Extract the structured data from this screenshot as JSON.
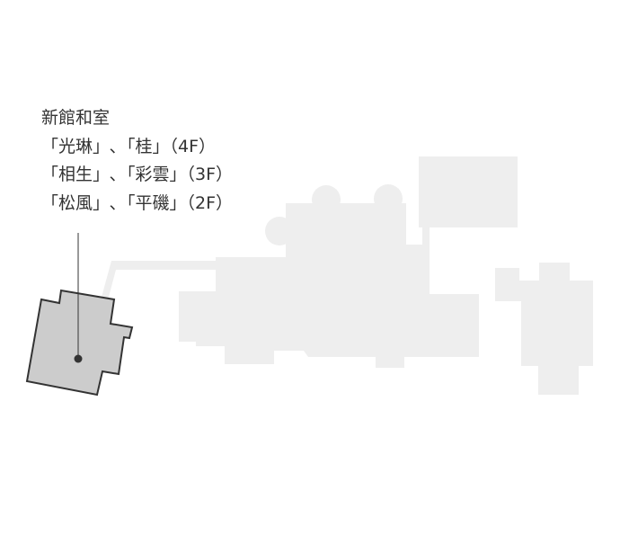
{
  "caption": {
    "title": "新館和室",
    "lines": [
      "「光琳」､「桂」（4F）",
      "「相生」､「彩雲」（3F）",
      "「松風」､「平磯」（2F）"
    ]
  },
  "colors": {
    "background": "#ffffff",
    "other_buildings": "#eeeeee",
    "highlighted_building_fill": "#cccccc",
    "highlighted_building_outline": "#333333",
    "leader_line": "#333333",
    "text": "#333333"
  }
}
